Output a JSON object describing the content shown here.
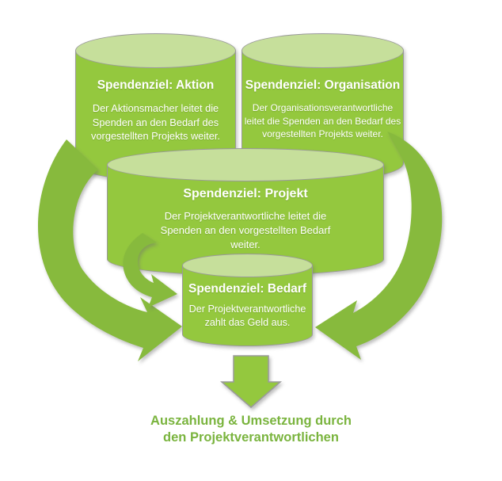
{
  "cylinders": [
    {
      "title": "Spendenziel: Aktion",
      "body": "Der Aktionsmacher leitet die Spenden an den Bedarf des vorgestellten Projekts weiter."
    },
    {
      "title": "Spendenziel: Organisation",
      "body": "Der Organisationsverantwortliche leitet die Spenden an den Bedarf des vorgestellten Projekts weiter."
    },
    {
      "title": "Spendenziel: Projekt",
      "body": "Der Projektverantwortliche leitet die Spenden an den vorgestellten Bedarf weiter."
    },
    {
      "title": "Spendenziel: Bedarf",
      "body": "Der Projektverantwortliche zahlt das Geld aus."
    }
  ],
  "caption": {
    "line1": "Auszahlung & Umsetzung durch",
    "line2": "den Projektverantwortlichen"
  },
  "arrows": [
    "left-curved-arrow",
    "right-curved-arrow",
    "projekt-to-bedarf-arrow",
    "down-arrow"
  ],
  "colors": {
    "cylinder_body": "#94c83e",
    "cylinder_top": "#c6df9b",
    "outline": "#9a9a9a",
    "arrow": "#87ba3d",
    "caption_text": "#7ab43e",
    "text": "#ffffff"
  }
}
